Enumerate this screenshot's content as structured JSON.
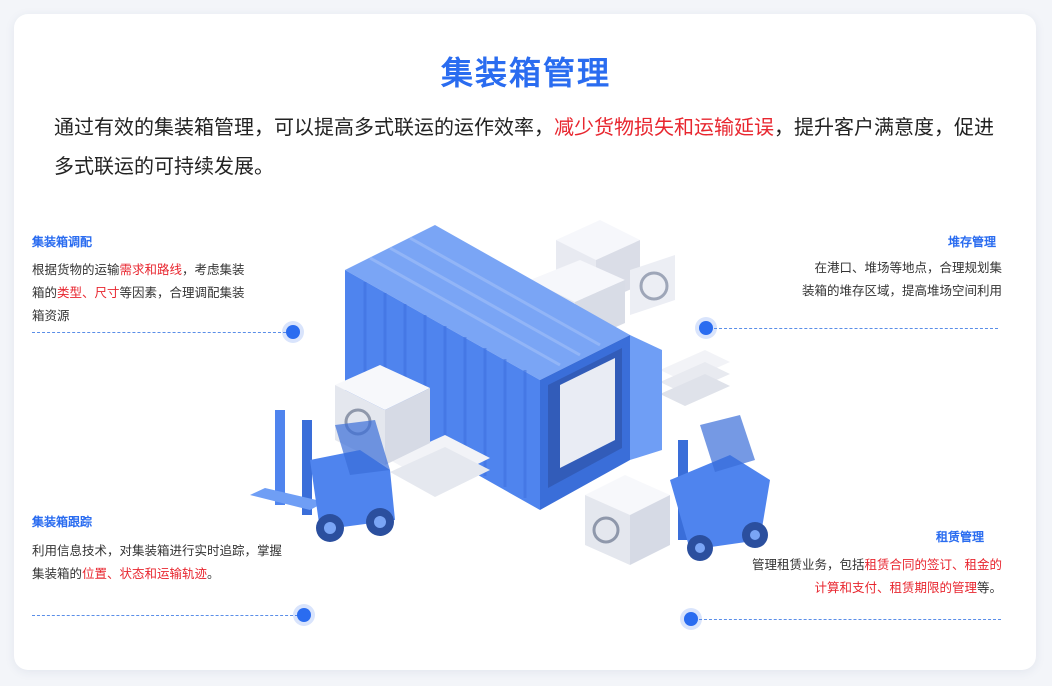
{
  "title": "集装箱管理",
  "intro": {
    "part1": "通过有效的集装箱管理，可以提高多式联运的运作效率，",
    "highlight": "减少货物损失和运输延误",
    "part2": "，提升客户满意度，促进多式联运的可持续发展。"
  },
  "sections": {
    "dispatch": {
      "title": "集装箱调配",
      "t1": "根据货物的运输",
      "h1": "需求和路线",
      "t2": "，考虑集装箱的",
      "h2": "类型、尺寸",
      "t3": "等因素，合理调配集装箱资源"
    },
    "storage": {
      "title": "堆存管理",
      "line1": "在港口、堆场等地点，合理规划集",
      "line2": "装箱的堆存区域，提高堆场空间利用"
    },
    "tracking": {
      "title": "集装箱跟踪",
      "t1": "利用信息技术，对集装箱进行实时追踪，掌握集装箱的",
      "h1": "位置、状态和运输轨迹",
      "t2": "。"
    },
    "leasing": {
      "title": "租赁管理",
      "t1": "管理租赁业务，包括",
      "h1": "租赁合同的签订、租金的计算和支付、租赁期限的管理",
      "t2": "等。"
    }
  },
  "colors": {
    "accent": "#2a6cf0",
    "highlight": "#e8262f",
    "container": "#5b8ff2"
  },
  "icons": [
    "container-icon",
    "forklift-icon",
    "cargo-box-icon",
    "pallet-icon",
    "wordpress-logo-icon"
  ]
}
